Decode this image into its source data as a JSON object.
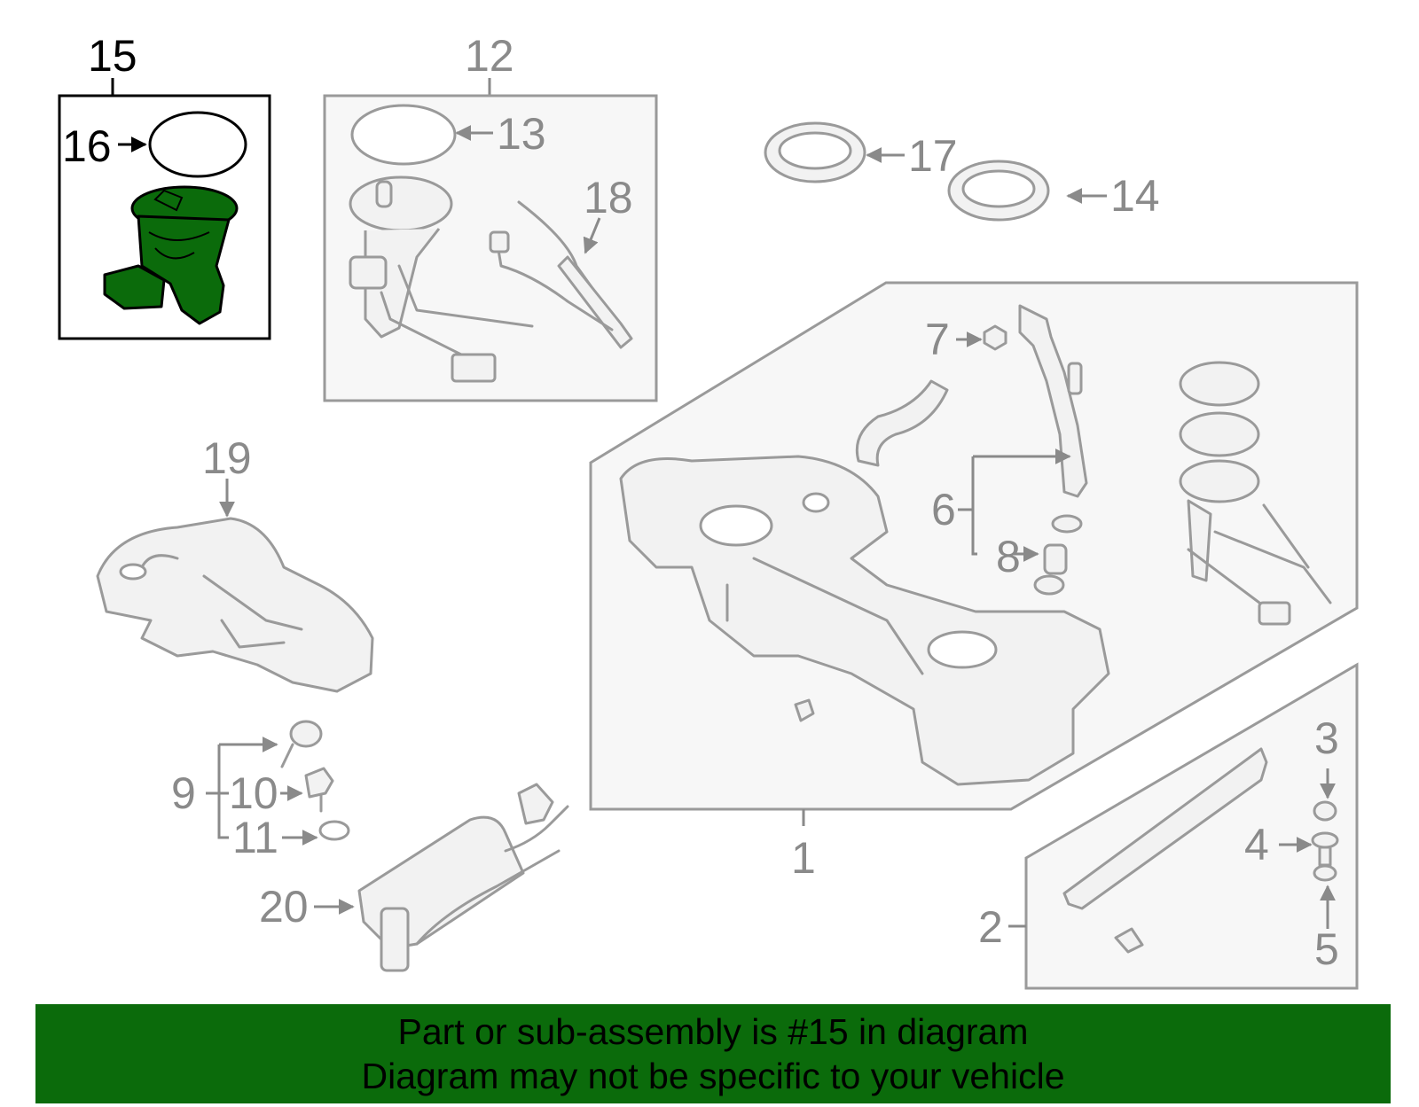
{
  "callouts": {
    "c1": "1",
    "c2": "2",
    "c3": "3",
    "c4": "4",
    "c5": "5",
    "c6": "6",
    "c7": "7",
    "c8": "8",
    "c9": "9",
    "c10": "10",
    "c11": "11",
    "c12": "12",
    "c13": "13",
    "c14": "14",
    "c15": "15",
    "c16": "16",
    "c17": "17",
    "c18": "18",
    "c19": "19",
    "c20": "20"
  },
  "banner": {
    "line1": "Part or sub-assembly is #15 in diagram",
    "line2": "Diagram may not be specific to your vehicle"
  },
  "colors": {
    "highlight": "#0b6b0b",
    "line_gray": "#9a9a9a"
  }
}
